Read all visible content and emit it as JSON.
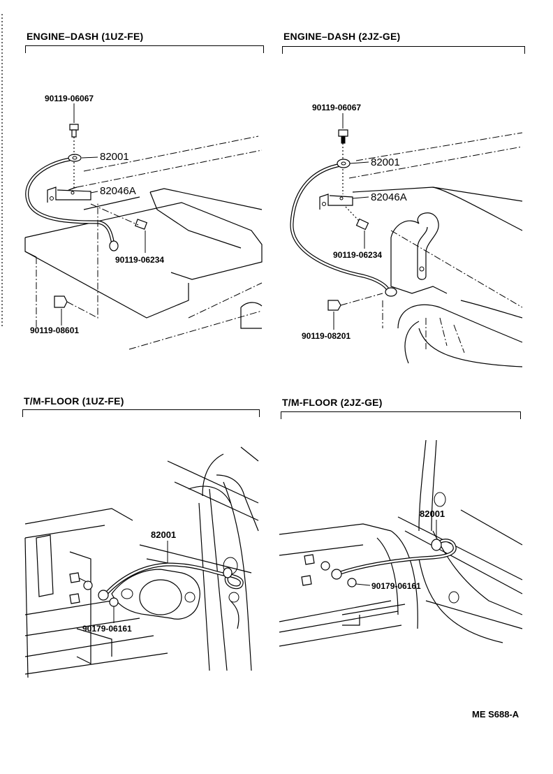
{
  "panels": {
    "engine_dash_1uz": {
      "title": "ENGINE–DASH (1UZ-FE)",
      "labels": {
        "bolt_top": "90119-06067",
        "cable": "82001",
        "bracket": "82046A",
        "bolt_mid": "90119-06234",
        "bolt_bottom": "90119-08601"
      }
    },
    "engine_dash_2jz": {
      "title": "ENGINE–DASH (2JZ-GE)",
      "labels": {
        "bolt_top": "90119-06067",
        "cable": "82001",
        "bracket": "82046A",
        "bolt_mid": "90119-06234",
        "bolt_bottom": "90119-08201"
      }
    },
    "tm_floor_1uz": {
      "title": "T/M-FLOOR (1UZ-FE)",
      "labels": {
        "cable": "82001",
        "nut": "90179-06161"
      }
    },
    "tm_floor_2jz": {
      "title": "T/M-FLOOR (2JZ-GE)",
      "labels": {
        "cable": "82001",
        "nut": "90179-06161"
      }
    }
  },
  "footer": {
    "code": "ME S688-A"
  }
}
